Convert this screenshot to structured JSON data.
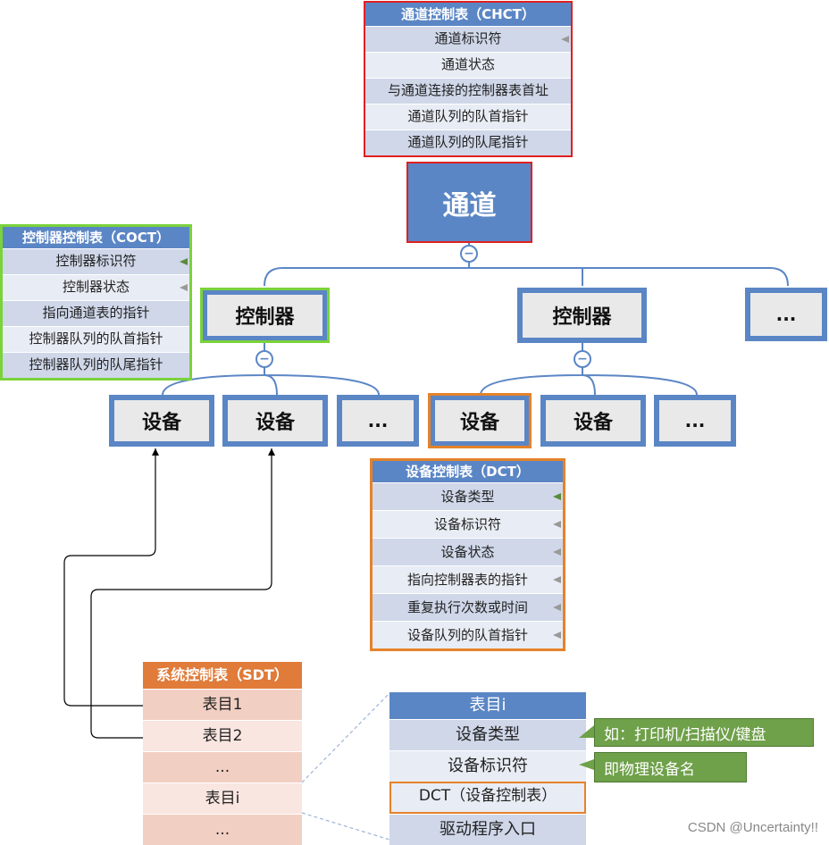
{
  "chct": {
    "title": "通道控制表（CHCT）",
    "rows": [
      "通道标识符",
      "通道状态",
      "与通道连接的控制器表首址",
      "通道队列的队首指针",
      "通道队列的队尾指针"
    ]
  },
  "coct": {
    "title": "控制器控制表（COCT）",
    "rows": [
      "控制器标识符",
      "控制器状态",
      "指向通道表的指针",
      "控制器队列的队首指针",
      "控制器队列的队尾指针"
    ]
  },
  "dct": {
    "title": "设备控制表（DCT）",
    "rows": [
      "设备类型",
      "设备标识符",
      "设备状态",
      "指向控制器表的指针",
      "重复执行次数或时间",
      "设备队列的队首指针"
    ]
  },
  "sdt": {
    "title": "系统控制表（SDT）",
    "rows": [
      "表目1",
      "表目2",
      "...",
      "表目i",
      "..."
    ]
  },
  "entry": {
    "title": "表目i",
    "rows": [
      "设备类型",
      "设备标识符",
      "DCT（设备控制表）",
      "驱动程序入口"
    ]
  },
  "nodes": {
    "channel": "通道",
    "controller": "控制器",
    "device": "设备",
    "ellipsis": "..."
  },
  "callouts": {
    "device_type_example": "如：打印机/扫描仪/键盘",
    "device_id_note": "即物理设备名"
  },
  "collapse_symbol": "−",
  "watermark": "CSDN @Uncertainty!!",
  "colors": {
    "node_border": "#5b86c5",
    "header_blue": "#5b86c5",
    "header_orange": "#e07b39",
    "chct_border": "#e02020",
    "coct_border": "#7ad33a",
    "dct_border": "#e5822a",
    "callout_green": "#6fa04a"
  }
}
